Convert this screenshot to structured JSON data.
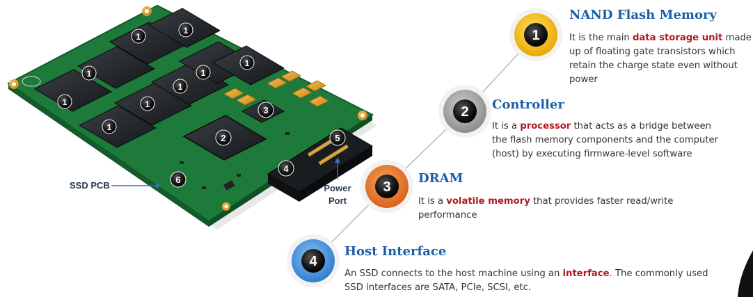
{
  "colors": {
    "title": "#1b5fa8",
    "highlight": "#b0181f",
    "text": "#333333",
    "pcb_green": "#1e7a3a",
    "chip": "#1f2326",
    "gold": "#e2a531",
    "ring_1": "#f2c20c",
    "ring_2": "#9e9e9e",
    "ring_3": "#e0782b",
    "ring_4": "#3f8fd6"
  },
  "pcb_labels": {
    "ssd_pcb": "SSD PCB",
    "power_port_line1": "Power",
    "power_port_line2": "Port"
  },
  "badges": {
    "nand": "1",
    "controller": "2",
    "dram": "3",
    "host": "4",
    "power": "5",
    "pcb": "6"
  },
  "callouts": [
    {
      "number": "1",
      "icon": "yellow-ring",
      "title": "NAND Flash Memory",
      "lines": [
        {
          "before": "It is the main ",
          "highlight": "data storage unit",
          "after": " made"
        },
        {
          "before": "up of floating gate transistors which",
          "highlight": "",
          "after": ""
        },
        {
          "before": "retain the charge state even without",
          "highlight": "",
          "after": ""
        },
        {
          "before": "power",
          "highlight": "",
          "after": ""
        }
      ]
    },
    {
      "number": "2",
      "icon": "grey-ring",
      "title": "Controller",
      "lines": [
        {
          "before": "It is a ",
          "highlight": "processor",
          "after": " that acts as a bridge between"
        },
        {
          "before": "the flash memory components and the computer",
          "highlight": "",
          "after": ""
        },
        {
          "before": "(host) by executing firmware-level software",
          "highlight": "",
          "after": ""
        }
      ]
    },
    {
      "number": "3",
      "icon": "orange-ring",
      "title": "DRAM",
      "lines": [
        {
          "before": "It is a ",
          "highlight": "volatile memory",
          "after": " that provides faster read/write"
        },
        {
          "before": "performance",
          "highlight": "",
          "after": ""
        }
      ]
    },
    {
      "number": "4",
      "icon": "blue-ring",
      "title": "Host Interface",
      "lines": [
        {
          "before": "An SSD connects to the host machine using an ",
          "highlight": "interface",
          "after": ". The commonly used"
        },
        {
          "before": "SSD interfaces are SATA, PCIe, SCSI, etc.",
          "highlight": "",
          "after": ""
        }
      ]
    }
  ]
}
